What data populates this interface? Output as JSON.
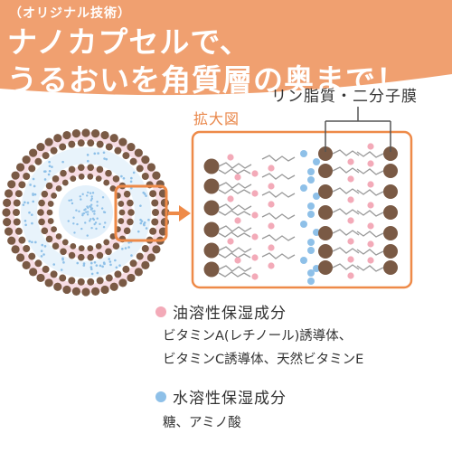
{
  "banner": {
    "subtitle": "（オリジナル技術）",
    "line1": "ナノカプセルで、",
    "line2": "うるおいを角質層の奥まで！",
    "color": "#f0a070"
  },
  "diagram": {
    "membrane_label": "リン脂質・二分子膜",
    "zoom_label": "拡大図",
    "head_color": "#7a5a45",
    "oil_color": "#f3aab8",
    "water_color": "#8ec0e8",
    "accent_color": "#ee8a48"
  },
  "legend": [
    {
      "title": "油溶性保湿成分",
      "color": "#f3aab8",
      "details": [
        "ビタミンA(レチノール)誘導体、",
        "ビタミンC誘導体、天然ビタミンE"
      ]
    },
    {
      "title": "水溶性保湿成分",
      "color": "#8ec0e8",
      "details": [
        "糖、アミノ酸"
      ]
    }
  ]
}
